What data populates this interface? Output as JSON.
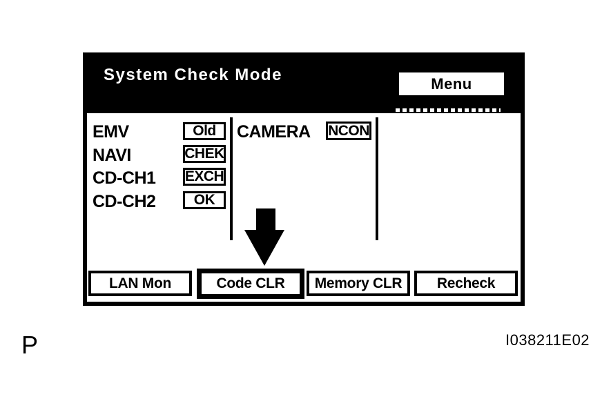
{
  "figure": {
    "page_letter": "P",
    "figure_id": "I038211E02"
  },
  "screen": {
    "header": {
      "title": "System Check Mode",
      "menu_button_label": "Menu"
    },
    "status_rows": [
      {
        "label": "EMV",
        "value": "Old"
      },
      {
        "label": "NAVI",
        "value": "CHEK"
      },
      {
        "label": "CD-CH1",
        "value": "EXCH"
      },
      {
        "label": "CD-CH2",
        "value": "OK"
      }
    ],
    "camera_row": {
      "label": "CAMERA",
      "value": "NCON"
    },
    "buttons": [
      {
        "label": "LAN Mon",
        "highlighted": false
      },
      {
        "label": "Code CLR",
        "highlighted": true
      },
      {
        "label": "Memory CLR",
        "highlighted": false
      },
      {
        "label": "Recheck",
        "highlighted": false
      }
    ],
    "annotations": {
      "arrow_target": "Code CLR"
    },
    "colors": {
      "ink": "#000000",
      "paper": "#ffffff"
    }
  }
}
